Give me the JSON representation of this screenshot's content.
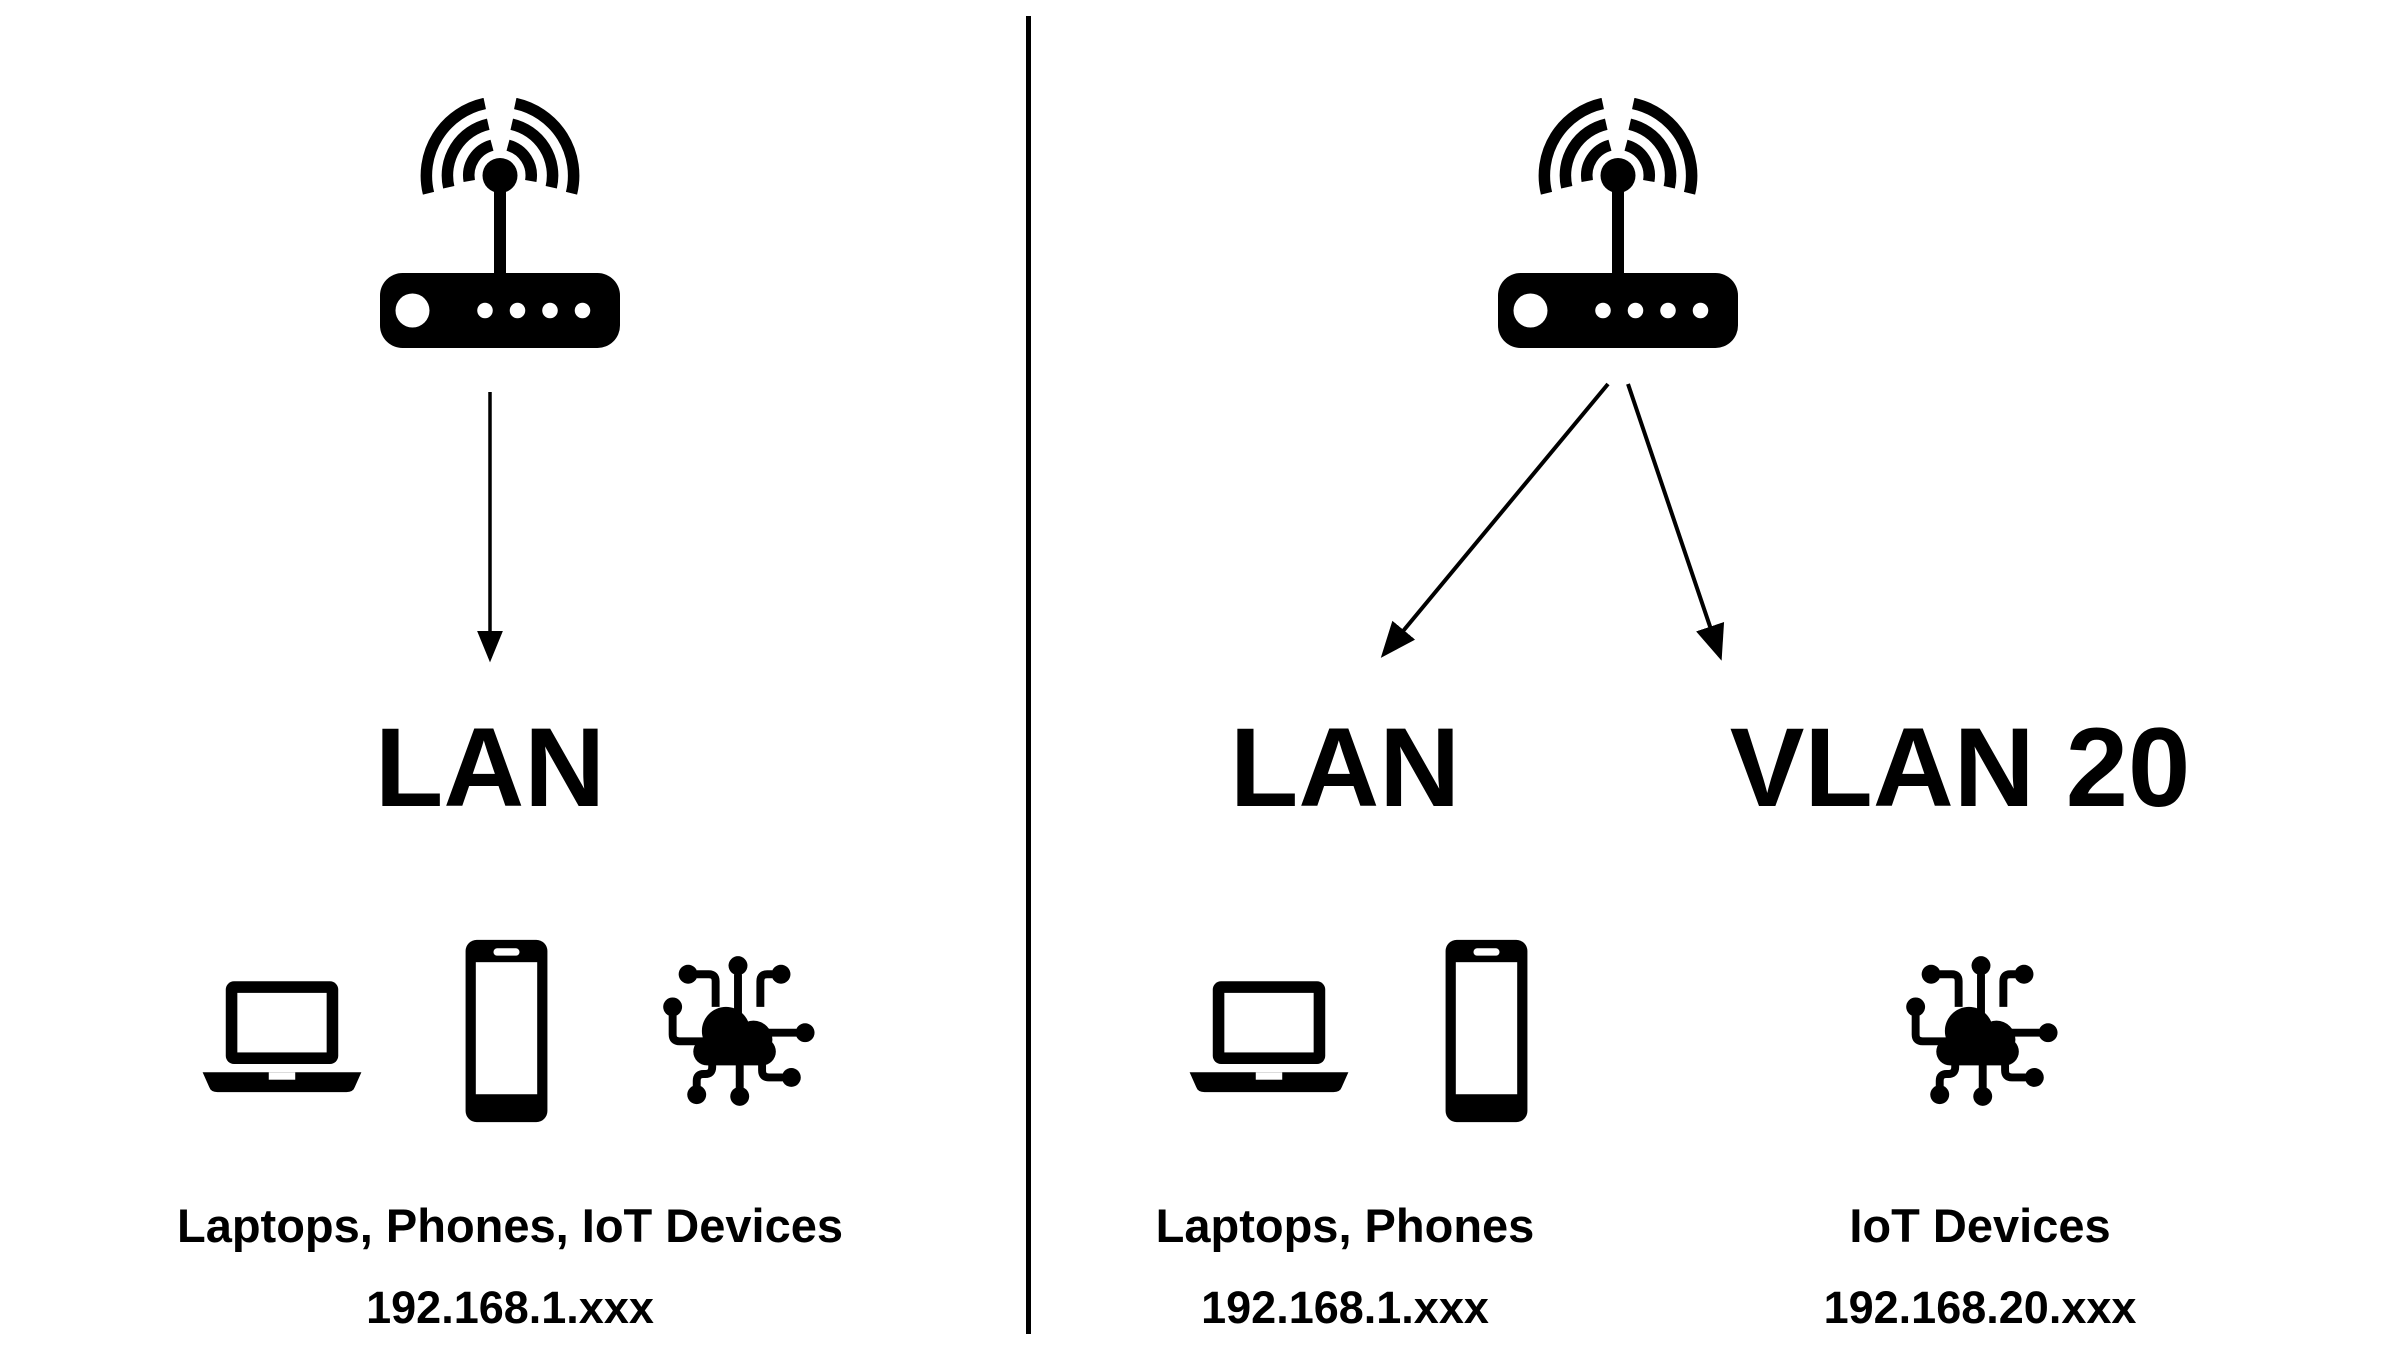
{
  "canvas": {
    "background_color": "#ffffff",
    "ink_color": "#000000"
  },
  "icons": {
    "router": "wifi-router-icon",
    "laptop": "laptop-icon",
    "phone": "smartphone-icon",
    "iot": "iot-cloud-icon",
    "down_arrow": "down-arrow",
    "branch_arrows": "branch-arrows"
  },
  "left": {
    "network_label": "LAN",
    "devices_label": "Laptops, Phones, IoT Devices",
    "subnet_label": "192.168.1.xxx"
  },
  "right": {
    "branches": [
      {
        "network_label": "LAN",
        "devices_label": "Laptops, Phones",
        "subnet_label": "192.168.1.xxx"
      },
      {
        "network_label": "VLAN 20",
        "devices_label": "IoT Devices",
        "subnet_label": "192.168.20.xxx"
      }
    ]
  }
}
